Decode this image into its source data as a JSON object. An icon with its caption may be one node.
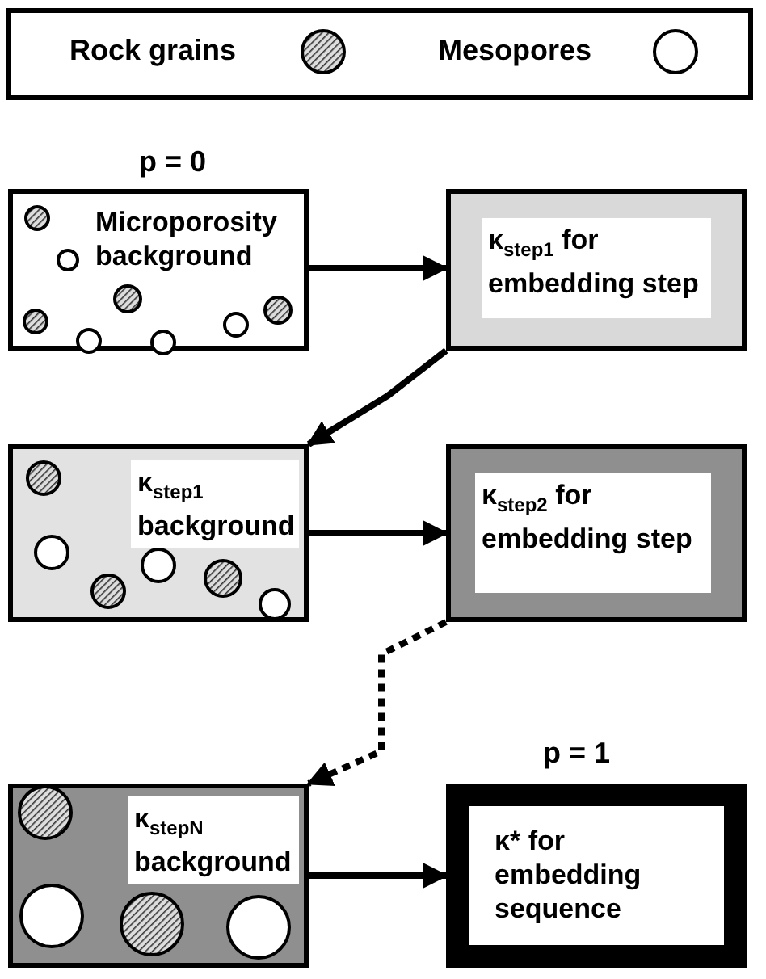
{
  "diagram": {
    "nodes": [
      {
        "text": [
          "Microporosity background"
        ],
        "beside": [
          "p = 0"
        ]
      },
      {
        "text": [
          "κ$_{step1}$ for embedding step"
        ]
      },
      {
        "text": [
          "κ$_{step1}$ background"
        ]
      },
      {
        "text": [
          "κ$_{step2}$ for embedding step"
        ]
      },
      {
        "text": [
          "κ$_{stepN}$ background"
        ]
      },
      {
        "text": [
          "κ* for embedding sequence"
        ],
        "beside": [
          "p = 1"
        ]
      }
    ],
    "edges": [
      {
        "from": 0,
        "to": 1,
        "arrow": "to"
      },
      {
        "from": 1,
        "to": 2,
        "arrow": "to"
      },
      {
        "from": 2,
        "to": 3,
        "arrow": "to"
      },
      {
        "from": 3,
        "to": 4,
        "arrow": "to",
        "style": "dashed"
      },
      {
        "from": 4,
        "to": 5,
        "arrow": "to"
      }
    ],
    "legend": [
      {
        "text": "Rock grains"
      },
      {
        "text": "Mesopores"
      }
    ]
  }
}
